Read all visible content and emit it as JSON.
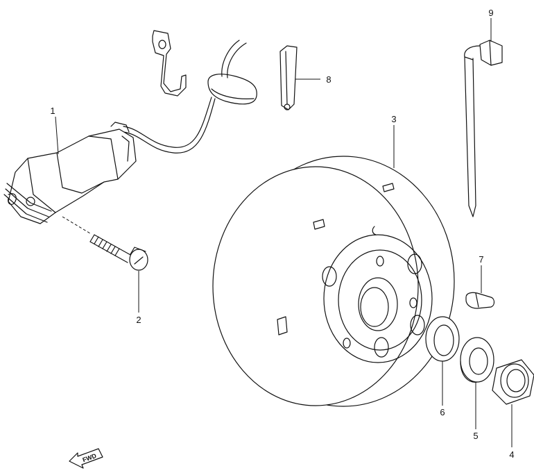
{
  "callouts": [
    {
      "id": "1",
      "label": "1"
    },
    {
      "id": "2",
      "label": "2"
    },
    {
      "id": "3",
      "label": "3"
    },
    {
      "id": "4",
      "label": "4"
    },
    {
      "id": "5",
      "label": "5"
    },
    {
      "id": "6",
      "label": "6"
    },
    {
      "id": "7",
      "label": "7"
    },
    {
      "id": "8",
      "label": "8"
    },
    {
      "id": "9",
      "label": "9"
    }
  ],
  "direction_marker": {
    "label": "FWD",
    "icon": "fwd-arrow-icon"
  },
  "colors": {
    "line": "#111111",
    "background": "#ffffff"
  }
}
